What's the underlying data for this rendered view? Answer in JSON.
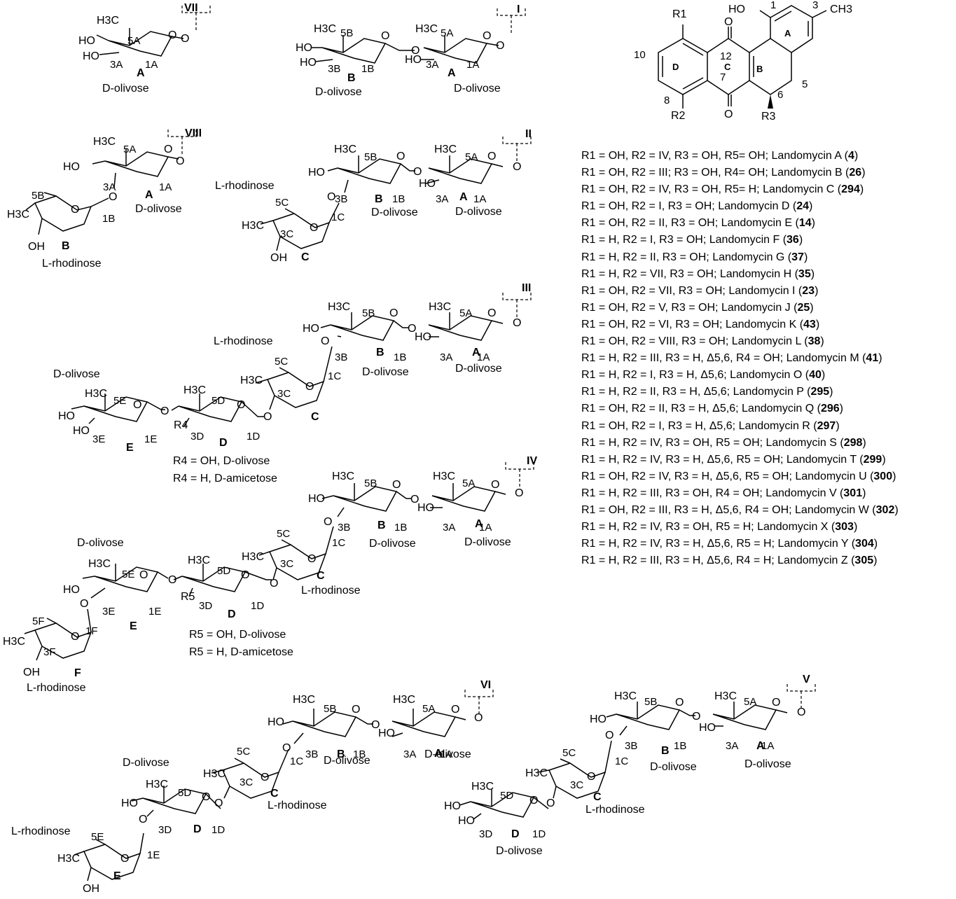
{
  "fragments": {
    "VII": {
      "roman": "VII",
      "atoms": {
        "me": "H3C",
        "oh1": "HO",
        "oh2": "HO",
        "o": "O",
        "olink": "O"
      },
      "positions": {
        "p5": "5A",
        "p3": "3A",
        "p1": "1A"
      },
      "ring": "A",
      "sugar": "D-olivose"
    },
    "I": {
      "roman": "I",
      "atoms": {
        "meB": "H3C",
        "ohB1": "HO",
        "ohB2": "HO",
        "oB": "O",
        "oglyc": "O",
        "meA": "H3C",
        "ohA": "HO",
        "oA": "O",
        "olink": "O"
      },
      "positions": {
        "p5B": "5B",
        "p3B": "3B",
        "p1B": "1B",
        "p5A": "5A",
        "p3A": "3A",
        "p1A": "1A"
      },
      "rings": {
        "A": "A",
        "B": "B"
      },
      "sugars": {
        "A": "D-olivose",
        "B": "D-olivose"
      }
    },
    "VIII": {
      "roman": "VIII",
      "atoms": {
        "meA": "H3C",
        "ohA": "HO",
        "oA": "O",
        "olink": "O",
        "o3": "O",
        "meB": "H3C",
        "oB": "O",
        "ohB": "OH"
      },
      "positions": {
        "p5A": "5A",
        "p3A": "3A",
        "p1A": "1A",
        "p5B": "5B",
        "p1B": "1B"
      },
      "rings": {
        "A": "A",
        "B": "B"
      },
      "sugars": {
        "A": "D-olivose",
        "B": "L-rhodinose"
      }
    },
    "II": {
      "roman": "II",
      "atoms": {
        "meB": "H3C",
        "ohB": "HO",
        "oB": "O",
        "oglyc": "O",
        "o3B": "O",
        "meA": "H3C",
        "ohA": "HO",
        "oA": "O",
        "olink": "O",
        "meC": "H3C",
        "oC": "O",
        "ohC": "OH"
      },
      "positions": {
        "p5B": "5B",
        "p3B": "3B",
        "p1B": "1B",
        "p5A": "5A",
        "p3A": "3A",
        "p1A": "1A",
        "p5C": "5C",
        "p3C": "3C",
        "p1C": "1C"
      },
      "rings": {
        "A": "A",
        "B": "B",
        "C": "C"
      },
      "sugars": {
        "A": "D-olivose",
        "B": "D-olivose",
        "C": "L-rhodinose"
      }
    },
    "III": {
      "roman": "III",
      "atoms": {
        "meB": "H3C",
        "ohB": "HO",
        "oB": "O",
        "oglyc": "O",
        "o3B": "O",
        "meA": "H3C",
        "ohA": "HO",
        "oA": "O",
        "olink": "O",
        "meC": "H3C",
        "oC": "O",
        "o3C": "O",
        "meD": "H3C",
        "oD": "O",
        "o4D": "O",
        "r4": "R4",
        "meE": "H3C",
        "oE": "O",
        "ohE1": "HO",
        "ohE2": "HO"
      },
      "positions": {
        "p5B": "5B",
        "p3B": "3B",
        "p1B": "1B",
        "p5A": "5A",
        "p3A": "3A",
        "p1A": "1A",
        "p5C": "5C",
        "p3C": "3C",
        "p1C": "1C",
        "p5D": "5D",
        "p3D": "3D",
        "p1D": "1D",
        "p5E": "5E",
        "p3E": "3E",
        "p1E": "1E"
      },
      "rings": {
        "A": "A",
        "B": "B",
        "C": "C",
        "D": "D",
        "E": "E"
      },
      "sugars": {
        "A": "D-olivose",
        "B": "D-olivose",
        "C": "L-rhodinose",
        "E": "D-olivose"
      },
      "notes": [
        "R4 = OH, D-olivose",
        "R4 = H, D-amicetose"
      ]
    },
    "IV": {
      "roman": "IV",
      "atoms": {
        "meB": "H3C",
        "ohB": "HO",
        "oB": "O",
        "oglyc": "O",
        "o3B": "O",
        "meA": "H3C",
        "ohA": "HO",
        "oA": "O",
        "olink": "O",
        "meC": "H3C",
        "oC": "O",
        "o3C": "O",
        "meD": "H3C",
        "oD": "O",
        "o4D": "O",
        "r5": "R5",
        "meE": "H3C",
        "oE": "O",
        "ohE": "HO",
        "o3E": "O",
        "meF": "H3C",
        "oF": "O",
        "ohF": "OH"
      },
      "positions": {
        "p5B": "5B",
        "p3B": "3B",
        "p1B": "1B",
        "p5A": "5A",
        "p3A": "3A",
        "p1A": "1A",
        "p5C": "5C",
        "p3C": "3C",
        "p1C": "1C",
        "p5D": "5D",
        "p3D": "3D",
        "p1D": "1D",
        "p5E": "5E",
        "p3E": "3E",
        "p1E": "1E",
        "p5F": "5F",
        "p3F": "3F",
        "p1F": "1F"
      },
      "rings": {
        "A": "A",
        "B": "B",
        "C": "C",
        "D": "D",
        "E": "E",
        "F": "F"
      },
      "sugars": {
        "A": "D-olivose",
        "B": "D-olivose",
        "C": "L-rhodinose",
        "E": "D-olivose",
        "F": "L-rhodinose"
      },
      "notes": [
        "R5 = OH, D-olivose",
        "R5 = H, D-amicetose"
      ]
    },
    "VI": {
      "roman": "VI",
      "atoms": {
        "meB": "H3C",
        "ohB": "HO",
        "oB": "O",
        "oglyc": "O",
        "o3B": "O",
        "meA": "H3C",
        "ohA": "HO",
        "oA": "O",
        "olink": "O",
        "meC": "H3C",
        "oC": "O",
        "o3C": "O",
        "meD": "H3C",
        "oD": "O",
        "ohD": "HO",
        "o3D": "O",
        "meE": "H3C",
        "oE": "O",
        "ohE": "OH"
      },
      "positions": {
        "p5B": "5B",
        "p3B": "3B",
        "p1B": "1B",
        "p5A": "5A",
        "p3A": "3A",
        "p1A": "1A",
        "p5C": "5C",
        "p3C": "3C",
        "p1C": "1C",
        "p5D": "5D",
        "p3D": "3D",
        "p1D": "1D",
        "p5E": "5E",
        "p1E": "1E"
      },
      "rings": {
        "A": "A",
        "B": "B",
        "C": "C",
        "D": "D",
        "E": "E"
      },
      "sugars": {
        "A": "D-olivose",
        "B": "D-olivose",
        "C": "L-rhodinose",
        "D": "D-olivose",
        "E": "L-rhodinose"
      }
    },
    "V": {
      "roman": "V",
      "atoms": {
        "meB": "H3C",
        "ohB": "HO",
        "oB": "O",
        "oglyc": "O",
        "o3B": "O",
        "meA": "H3C",
        "ohA": "HO",
        "oA": "O",
        "olink": "O",
        "meC": "H3C",
        "oC": "O",
        "o3C": "O",
        "meD": "H3C",
        "oD": "O",
        "ohD1": "HO",
        "ohD2": "HO"
      },
      "positions": {
        "p5B": "5B",
        "p3B": "3B",
        "p1B": "1B",
        "p5A": "5A",
        "p3A": "3A",
        "p1A": "1A",
        "p5C": "5C",
        "p3C": "3C",
        "p1C": "1C",
        "p5D": "5D",
        "p3D": "3D",
        "p1D": "1D"
      },
      "rings": {
        "A": "A",
        "B": "B",
        "C": "C",
        "D": "D"
      },
      "sugars": {
        "A": "D-olivose",
        "B": "D-olivose",
        "C": "L-rhodinose",
        "D": "D-olivose"
      }
    }
  },
  "aglycone": {
    "atoms": {
      "r1": "R1",
      "r2": "R2",
      "r3": "R3",
      "oh": "HO",
      "me": "CH3",
      "o12": "O",
      "o7": "O"
    },
    "positions": {
      "p1": "1",
      "p3": "3",
      "p5": "5",
      "p6": "6",
      "p7": "7",
      "p8": "8",
      "p10": "10",
      "p12": "12"
    },
    "rings": {
      "A": "A",
      "B": "B",
      "C": "C",
      "D": "D"
    }
  },
  "legend": [
    {
      "def": "R1 = OH, R2 = IV, R3 = OH, R5= OH;",
      "name": "Landomycin A",
      "num": "4"
    },
    {
      "def": "R1 = OH, R2 = III; R3 = OH, R4= OH;",
      "name": "Landomycin B",
      "num": "26"
    },
    {
      "def": "R1 = OH, R2 = IV, R3 = OH, R5= H;",
      "name": "Landomycin C",
      "num": "294"
    },
    {
      "def": "R1 = OH, R2 = I, R3 = OH;",
      "name": "Landomycin D",
      "num": "24"
    },
    {
      "def": "R1 = OH, R2 = II, R3 = OH;",
      "name": "Landomycin E",
      "num": "14"
    },
    {
      "def": "R1 = H, R2 = I, R3 = OH;",
      "name": "Landomycin F",
      "num": "36"
    },
    {
      "def": "R1 = H, R2 = II, R3 = OH;",
      "name": "Landomycin G",
      "num": "37"
    },
    {
      "def": "R1 = H, R2 = VII, R3 = OH;",
      "name": "Landomycin H",
      "num": "35"
    },
    {
      "def": "R1 = OH, R2 = VII, R3 = OH;",
      "name": "Landomycin I",
      "num": "23"
    },
    {
      "def": "R1 = OH, R2 = V, R3 = OH;",
      "name": "Landomycin J",
      "num": "25"
    },
    {
      "def": "R1 = OH, R2 = VI, R3 = OH;",
      "name": "Landomycin K",
      "num": "43"
    },
    {
      "def": "R1 = OH, R2 = VIII, R3 = OH;",
      "name": "Landomycin L",
      "num": "38"
    },
    {
      "def": "R1 = H, R2 = III, R3 = H, Δ5,6, R4 = OH;",
      "name": "Landomycin M",
      "num": "41"
    },
    {
      "def": "R1 = H, R2 = I, R3 = H, Δ5,6;",
      "name": "Landomycin O",
      "num": "40"
    },
    {
      "def": "R1 = H, R2 = II, R3 = H, Δ5,6;",
      "name": "Landomycin P",
      "num": "295"
    },
    {
      "def": "R1 = OH, R2 = II, R3 = H, Δ5,6;",
      "name": "Landomycin Q",
      "num": "296"
    },
    {
      "def": "R1 = OH, R2 = I, R3 = H, Δ5,6;",
      "name": "Landomycin R",
      "num": "297"
    },
    {
      "def": "R1 = H, R2 = IV, R3 = OH, R5 = OH;",
      "name": "Landomycin S",
      "num": "298"
    },
    {
      "def": "R1 = H, R2 = IV, R3 = H, Δ5,6, R5 = OH;",
      "name": "Landomycin T",
      "num": "299"
    },
    {
      "def": "R1 = OH, R2 = IV, R3 = H, Δ5,6, R5 = OH;",
      "name": "Landomycin U",
      "num": "300"
    },
    {
      "def": "R1 = H, R2 = III, R3 = OH, R4 = OH;",
      "name": "Landomycin V",
      "num": "301"
    },
    {
      "def": "R1 = OH, R2 = III, R3 = H, Δ5,6, R4 = OH;",
      "name": "Landomycin W",
      "num": "302"
    },
    {
      "def": "R1 = H, R2 = IV, R3 = OH, R5 = H;",
      "name": "Landomycin X",
      "num": "303"
    },
    {
      "def": "R1 = H, R2 = IV, R3 = H, Δ5,6, R5 = H;",
      "name": "Landomycin Y",
      "num": "304"
    },
    {
      "def": "R1 = H, R2 = III, R3 = H, Δ5,6, R4 = H;",
      "name": "Landomycin Z",
      "num": "305"
    }
  ]
}
